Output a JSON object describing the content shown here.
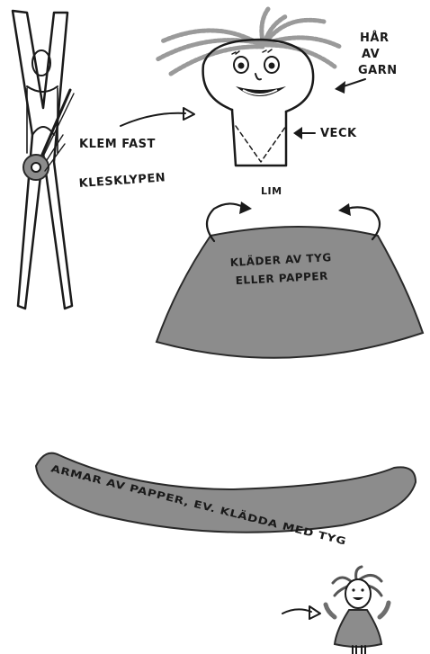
{
  "labels": {
    "har": "HÅR",
    "av": "AV",
    "garn": "GARN",
    "klem_fast": "KLEM FAST",
    "klesklypen": "KLESKLYPEN",
    "veck": "VECK",
    "lim": "LIM",
    "klader_line1": "KLÄDER AV TYG",
    "klader_line2": "ELLER PAPPER",
    "armar": "ARMAR AV PAPPER, EV. KLÄDDA MED TYG"
  },
  "colors": {
    "ink": "#1a1a1a",
    "fabric_gray": "#8c8c8c",
    "hair": "#9a9a9a",
    "background": "#ffffff"
  },
  "icons": [
    "clothespin",
    "doll-head",
    "dress-piece",
    "arms-strip",
    "finished-doll"
  ]
}
